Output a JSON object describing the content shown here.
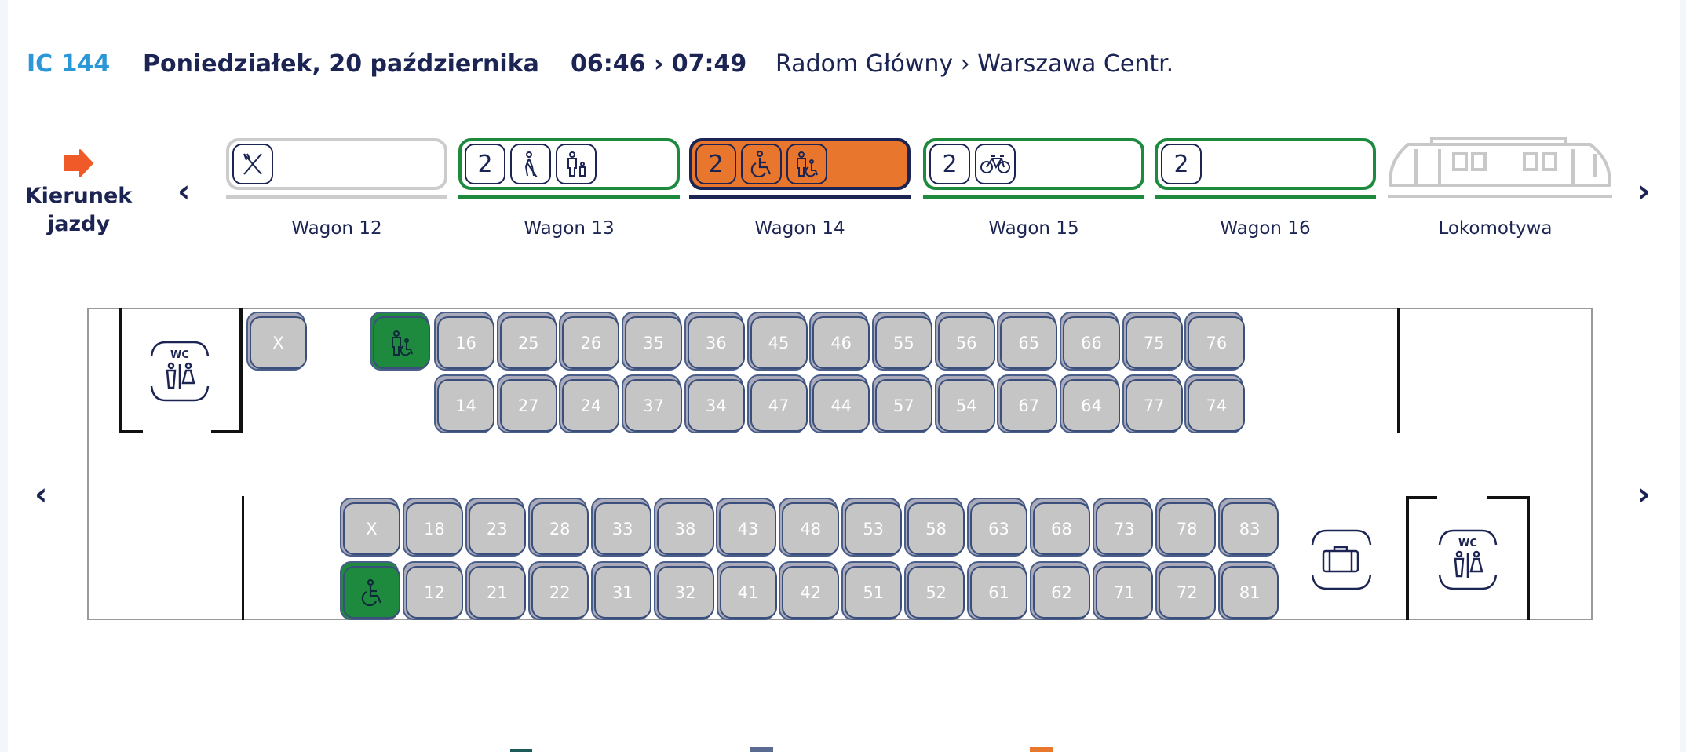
{
  "header": {
    "train": "IC 144",
    "date": "Poniedziałek, 20 października",
    "times": "06:46 › 07:49",
    "route": "Radom Główny › Warszawa Centr."
  },
  "direction": {
    "label": "Kierunek jazdy",
    "color": "#f05a28"
  },
  "colors": {
    "selected": "#e8762c",
    "available": "#1e8a3e",
    "navy": "#1b2452",
    "seat": "#c5c5c5"
  },
  "wagons": [
    {
      "label": "Wagon 12",
      "state": "inactive",
      "features": [
        "restaurant-icon"
      ]
    },
    {
      "label": "Wagon 13",
      "state": "available",
      "features": [
        "class-2",
        "blind-person-icon",
        "parent-child-icon"
      ]
    },
    {
      "label": "Wagon 14",
      "state": "selected",
      "features": [
        "class-2",
        "wheelchair-icon",
        "companion-wheelchair-icon"
      ]
    },
    {
      "label": "Wagon 15",
      "state": "available",
      "features": [
        "class-2",
        "bicycle-icon"
      ]
    },
    {
      "label": "Wagon 16",
      "state": "available",
      "features": [
        "class-2"
      ]
    },
    {
      "label": "Lokomotywa",
      "state": "inactive",
      "features": []
    }
  ],
  "class_label": "2",
  "wc_label": "WC",
  "seats": {
    "row1": [
      "16",
      "25",
      "26",
      "35",
      "36",
      "45",
      "46",
      "55",
      "56",
      "65",
      "66",
      "75",
      "76"
    ],
    "row2": [
      "14",
      "27",
      "24",
      "37",
      "34",
      "47",
      "44",
      "57",
      "54",
      "67",
      "64",
      "77",
      "74"
    ],
    "row3": [
      "X",
      "18",
      "23",
      "28",
      "33",
      "38",
      "43",
      "48",
      "53",
      "58",
      "63",
      "68",
      "73",
      "78",
      "83"
    ],
    "row4": [
      "12",
      "21",
      "22",
      "31",
      "32",
      "41",
      "42",
      "51",
      "52",
      "61",
      "62",
      "71",
      "72",
      "81"
    ],
    "blocked_label": "X"
  }
}
